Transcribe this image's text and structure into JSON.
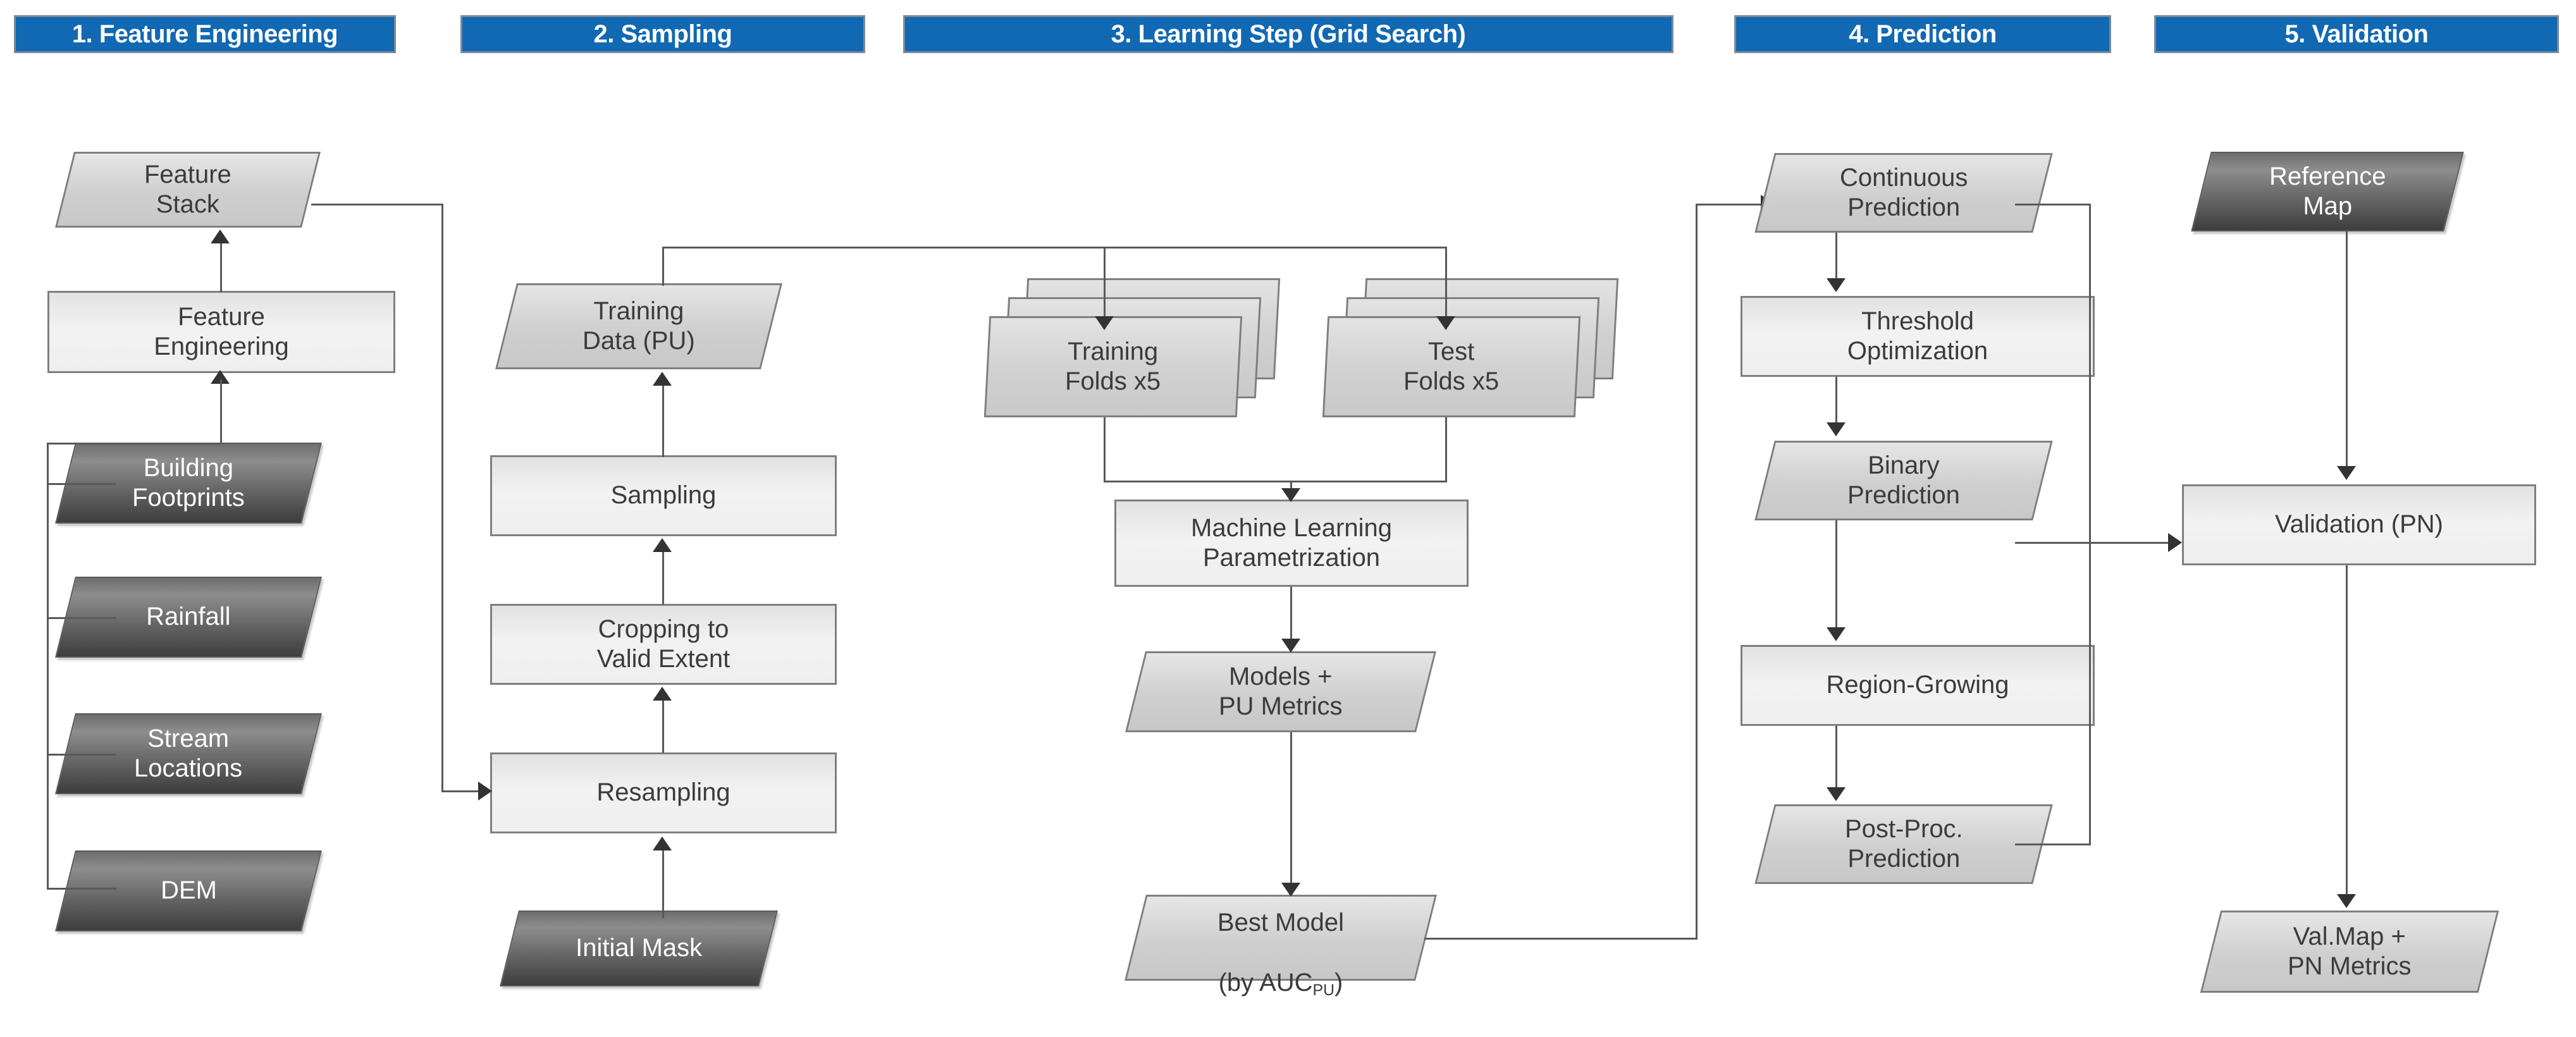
{
  "diagram": {
    "title": "Machine Learning Flood Mapping Workflow",
    "accent_color": "#1168b3",
    "banner_border_color": "#7b8a99",
    "process_fill": "#f0f0f0",
    "data_fill": "#cccccc",
    "input_fill": "#595959",
    "connector_color": "#595959"
  },
  "phases": [
    {
      "id": "phase-1",
      "label": "1. Feature Engineering"
    },
    {
      "id": "phase-2",
      "label": "2. Sampling"
    },
    {
      "id": "phase-3",
      "label": "3. Learning Step (Grid Search)"
    },
    {
      "id": "phase-4",
      "label": "4. Prediction"
    },
    {
      "id": "phase-5",
      "label": "5. Validation"
    }
  ],
  "nodes": {
    "feature_stack": {
      "label": "Feature\nStack",
      "type": "data"
    },
    "feature_engineering": {
      "label": "Feature\nEngineering",
      "type": "process"
    },
    "building_footprints": {
      "label": "Building\nFootprints",
      "type": "input"
    },
    "rainfall": {
      "label": "Rainfall",
      "type": "input"
    },
    "stream_locations": {
      "label": "Stream\nLocations",
      "type": "input"
    },
    "dem": {
      "label": "DEM",
      "type": "input"
    },
    "training_data": {
      "label": "Training\nData (PU)",
      "type": "data"
    },
    "sampling": {
      "label": "Sampling",
      "type": "process"
    },
    "cropping": {
      "label": "Cropping to\nValid Extent",
      "type": "process"
    },
    "resampling": {
      "label": "Resampling",
      "type": "process"
    },
    "initial_mask": {
      "label": "Initial Mask",
      "type": "input"
    },
    "training_folds": {
      "label": "Training\nFolds x5",
      "type": "stack",
      "count": 3
    },
    "test_folds": {
      "label": "Test\nFolds x5",
      "type": "stack",
      "count": 3
    },
    "ml_parametrization": {
      "label": "Machine Learning\nParametrization",
      "type": "process"
    },
    "models_pu_metrics": {
      "label": "Models +\nPU Metrics",
      "type": "data"
    },
    "best_model_line1": {
      "label": "Best Model",
      "type": "data"
    },
    "best_model_line2_pre": {
      "label": "(by AUC",
      "type": "data"
    },
    "best_model_sub": {
      "label": "PU",
      "type": "data"
    },
    "best_model_line2_post": {
      "label": ")",
      "type": "data"
    },
    "continuous_prediction": {
      "label": "Continuous\nPrediction",
      "type": "data"
    },
    "threshold_optimization": {
      "label": "Threshold\nOptimization",
      "type": "process"
    },
    "binary_prediction": {
      "label": "Binary\nPrediction",
      "type": "data"
    },
    "region_growing": {
      "label": "Region-Growing",
      "type": "process"
    },
    "post_proc_prediction": {
      "label": "Post-Proc.\nPrediction",
      "type": "data"
    },
    "reference_map": {
      "label": "Reference\nMap",
      "type": "input"
    },
    "validation_pn": {
      "label": "Validation (PN)",
      "type": "process"
    },
    "val_map_metrics": {
      "label": "Val.Map +\nPN Metrics",
      "type": "data"
    }
  },
  "edges": [
    {
      "from": "building_footprints",
      "to": "feature_engineering"
    },
    {
      "from": "rainfall",
      "to": "feature_engineering"
    },
    {
      "from": "stream_locations",
      "to": "feature_engineering"
    },
    {
      "from": "dem",
      "to": "feature_engineering"
    },
    {
      "from": "feature_engineering",
      "to": "feature_stack"
    },
    {
      "from": "feature_stack",
      "to": "resampling"
    },
    {
      "from": "feature_stack",
      "to": "continuous_prediction"
    },
    {
      "from": "initial_mask",
      "to": "resampling"
    },
    {
      "from": "resampling",
      "to": "cropping"
    },
    {
      "from": "cropping",
      "to": "sampling"
    },
    {
      "from": "sampling",
      "to": "training_data"
    },
    {
      "from": "training_data",
      "to": "training_folds"
    },
    {
      "from": "training_data",
      "to": "test_folds"
    },
    {
      "from": "training_folds",
      "to": "ml_parametrization"
    },
    {
      "from": "test_folds",
      "to": "ml_parametrization"
    },
    {
      "from": "ml_parametrization",
      "to": "models_pu_metrics"
    },
    {
      "from": "models_pu_metrics",
      "to": "best_model"
    },
    {
      "from": "best_model",
      "to": "continuous_prediction"
    },
    {
      "from": "continuous_prediction",
      "to": "threshold_optimization"
    },
    {
      "from": "threshold_optimization",
      "to": "binary_prediction"
    },
    {
      "from": "binary_prediction",
      "to": "region_growing"
    },
    {
      "from": "binary_prediction",
      "to": "validation_pn"
    },
    {
      "from": "region_growing",
      "to": "post_proc_prediction"
    },
    {
      "from": "post_proc_prediction",
      "to": "continuous_prediction"
    },
    {
      "from": "reference_map",
      "to": "validation_pn"
    },
    {
      "from": "validation_pn",
      "to": "val_map_metrics"
    }
  ]
}
